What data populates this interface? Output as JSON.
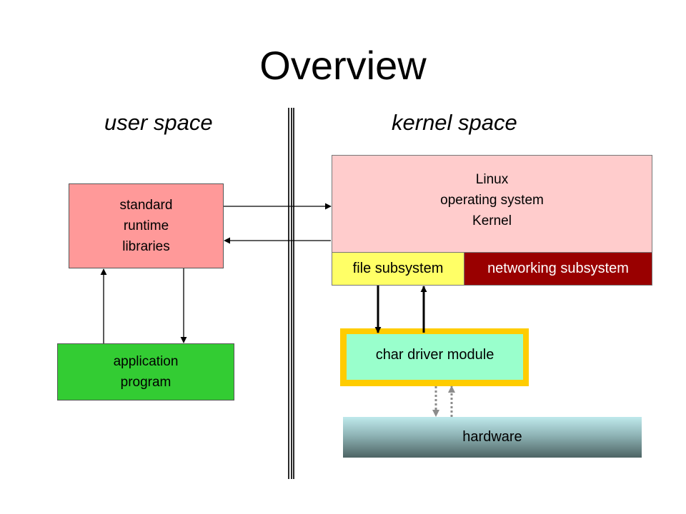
{
  "title": "Overview",
  "labels": {
    "user_space": "user space",
    "kernel_space": "kernel space"
  },
  "boxes": {
    "runtime": {
      "lines": [
        "standard",
        "runtime",
        "libraries"
      ],
      "color": "#ff9999"
    },
    "application": {
      "lines": [
        "application",
        "program"
      ],
      "color": "#33cc33"
    },
    "kernel": {
      "lines": [
        "Linux",
        "operating system",
        "Kernel"
      ],
      "color": "#ffcccc"
    },
    "file_subsystem": {
      "label": "file subsystem",
      "color": "#ffff66"
    },
    "networking_subsystem": {
      "label": "networking subsystem",
      "color": "#990000"
    },
    "char_driver": {
      "label": "char driver module",
      "color": "#99ffcc",
      "border_color": "#ffcc00"
    },
    "hardware": {
      "label": "hardware"
    }
  }
}
